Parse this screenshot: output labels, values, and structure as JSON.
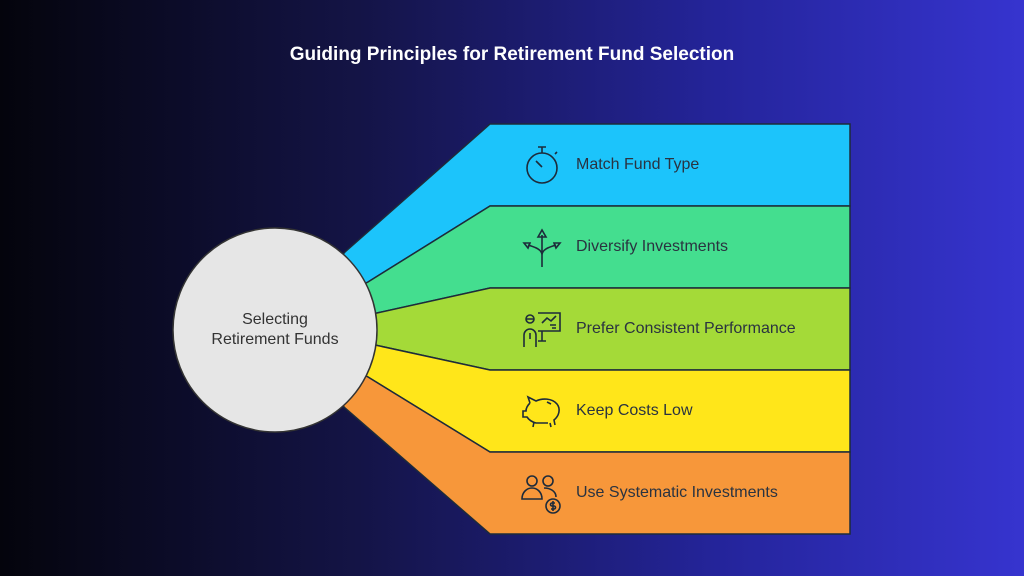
{
  "title": "Guiding Principles for Retirement Fund Selection",
  "center": {
    "line1": "Selecting",
    "line2": "Retirement Funds",
    "color": "#e6e6e6"
  },
  "items": [
    {
      "label": "Match Fund Type",
      "icon": "stopwatch-icon",
      "color": "#1cc4fb"
    },
    {
      "label": "Diversify Investments",
      "icon": "diverging-arrows-icon",
      "color": "#44de8f"
    },
    {
      "label": "Prefer Consistent Performance",
      "icon": "presenter-chart-icon",
      "color": "#a4da38"
    },
    {
      "label": "Keep Costs Low",
      "icon": "piggy-bank-icon",
      "color": "#ffe61a"
    },
    {
      "label": "Use Systematic Investments",
      "icon": "people-dollar-icon",
      "color": "#f7973a"
    }
  ]
}
